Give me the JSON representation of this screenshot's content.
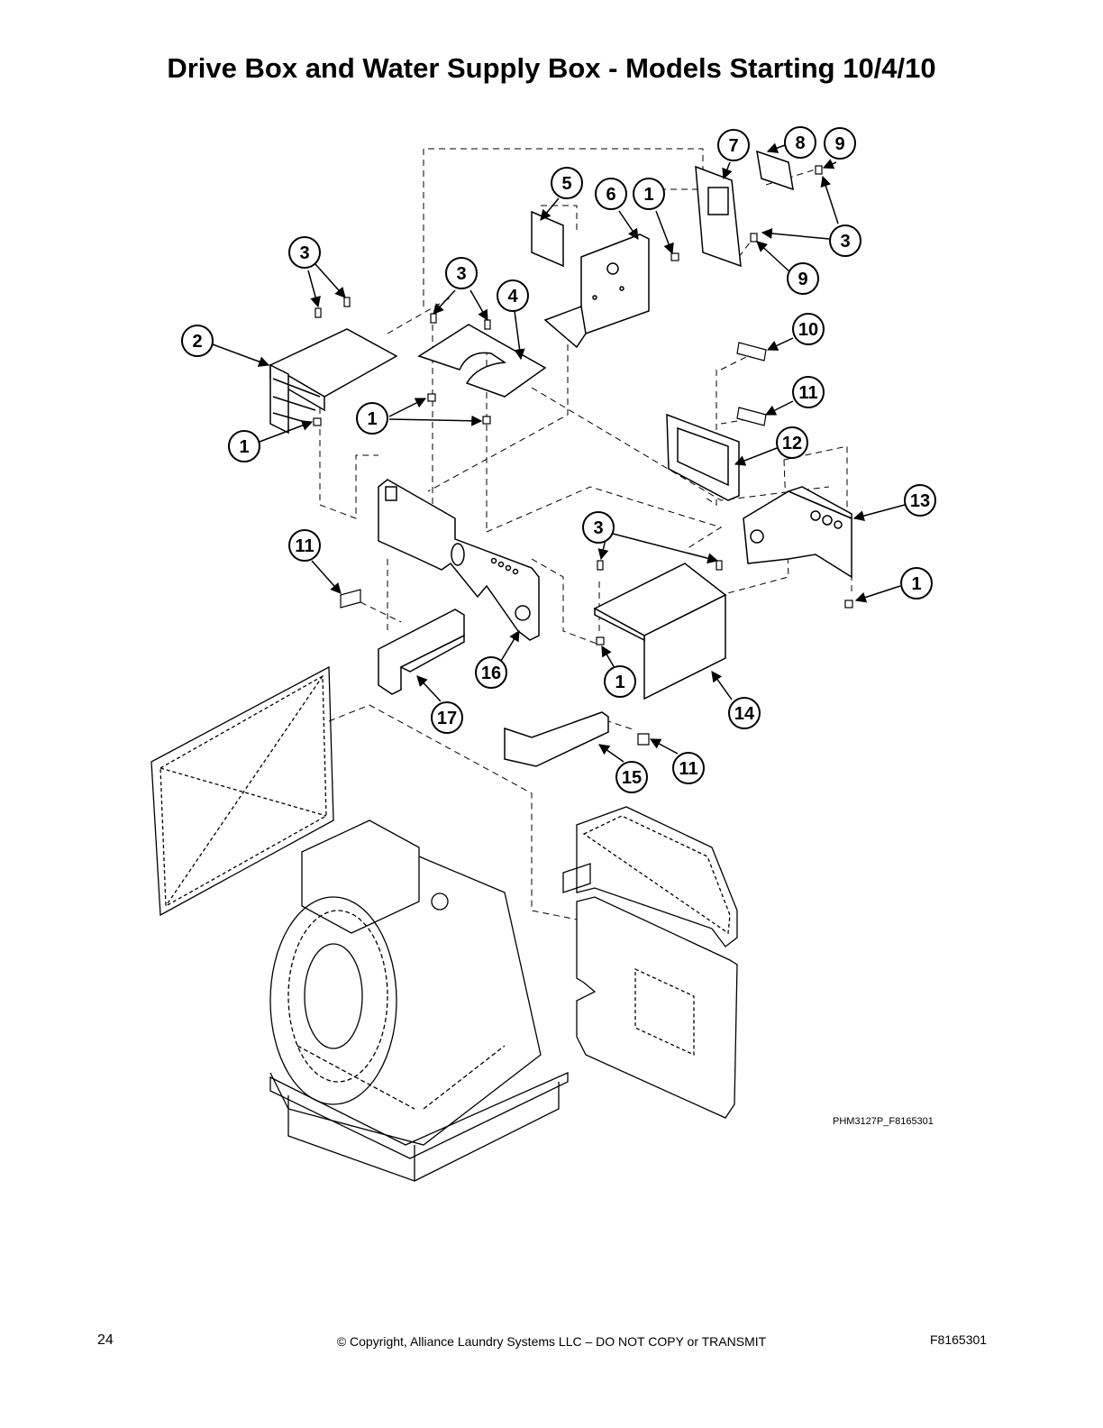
{
  "header": {
    "title": "Drive Box and Water Supply Box - Models Starting 10/4/10"
  },
  "diagram": {
    "callouts": [
      "1",
      "2",
      "3",
      "4",
      "5",
      "6",
      "7",
      "8",
      "9",
      "10",
      "11",
      "12",
      "13",
      "14",
      "15",
      "16",
      "17"
    ],
    "drawing_code": "PHM3127P_F8165301"
  },
  "footer": {
    "page_number": "24",
    "copyright": "© Copyright, Alliance Laundry Systems LLC – DO NOT COPY or TRANSMIT",
    "doc_number": "F8165301"
  }
}
